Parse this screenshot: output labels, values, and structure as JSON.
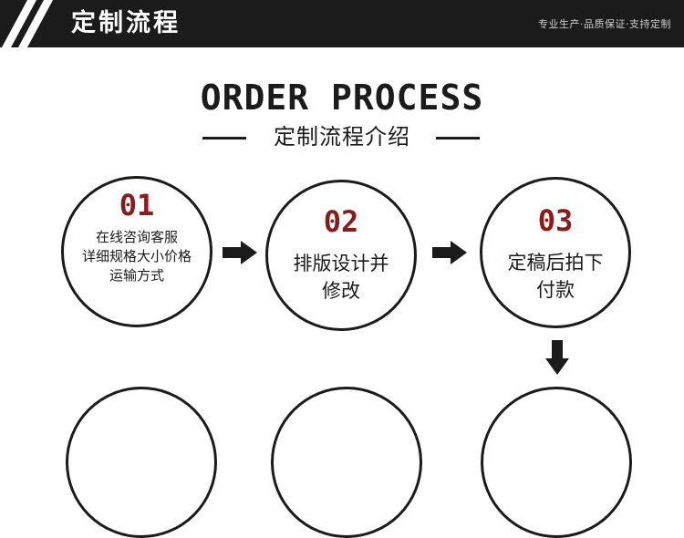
{
  "header": {
    "title": "定制流程",
    "slogan": "专业生产·品质保证·支持定制"
  },
  "heading": {
    "english": "ORDER PROCESS",
    "subtitle": "定制流程介绍"
  },
  "steps": [
    {
      "number": "01",
      "lines": [
        "在线咨询客服",
        "详细规格大小价格",
        "运输方式"
      ]
    },
    {
      "number": "02",
      "lines": [
        "排版设计并",
        "修改"
      ]
    },
    {
      "number": "03",
      "lines": [
        "定稿后拍下",
        "付款"
      ]
    }
  ],
  "colors": {
    "header_bg": "#1b1b1b",
    "accent": "#8b1a1a",
    "text": "#1b1b1b"
  },
  "icons": {
    "header_decoration": "diagonal-stripes",
    "flow_arrow": "arrow-right",
    "flow_arrow_down": "arrow-down"
  }
}
